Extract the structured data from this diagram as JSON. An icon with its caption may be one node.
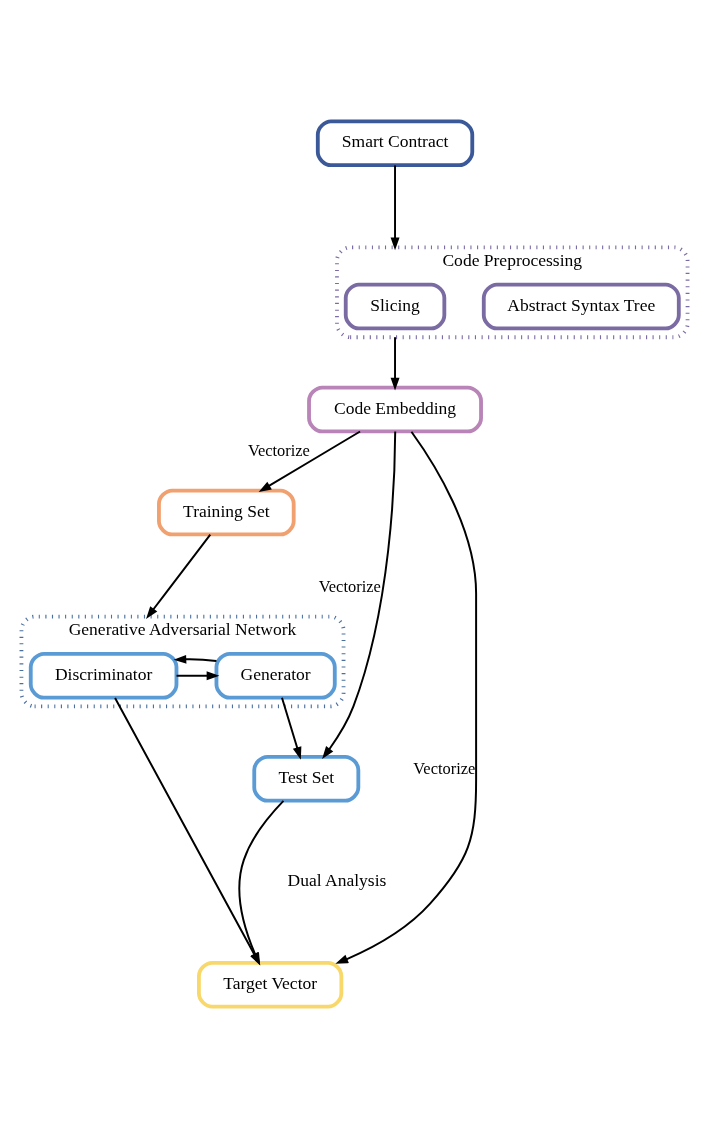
{
  "diagram": {
    "nodes": [
      {
        "text": [
          "Smart Contract"
        ]
      },
      {
        "text": [
          "Code Preprocessing"
        ]
      },
      {
        "text": [
          "Slicing"
        ],
        "in": 1
      },
      {
        "text": [
          "Abstract Syntax Tree"
        ],
        "in": 1
      },
      {
        "text": [
          "Code Embedding"
        ]
      },
      {
        "text": [
          "Training Set"
        ]
      },
      {
        "text": [
          "Generative Adversarial Network"
        ]
      },
      {
        "text": [
          "Discriminator"
        ],
        "in": 6
      },
      {
        "text": [
          "Generator"
        ],
        "in": 6
      },
      {
        "text": [
          "Test Set"
        ]
      },
      {
        "text": [
          "Target Vector"
        ]
      }
    ],
    "edges": [
      {
        "from": 0,
        "to": 1,
        "arrow": "to"
      },
      {
        "from": 1,
        "to": 4,
        "arrow": "to"
      },
      {
        "from": 4,
        "to": 5,
        "arrow": "to",
        "label": "Vectorize"
      },
      {
        "from": 5,
        "to": 6,
        "arrow": "to"
      },
      {
        "from": 7,
        "to": 8,
        "arrow": "to"
      },
      {
        "from": 8,
        "to": 7,
        "arrow": "to"
      },
      {
        "from": 8,
        "to": 9,
        "arrow": "to"
      },
      {
        "from": 7,
        "to": 10,
        "arrow": "to"
      },
      {
        "from": 9,
        "to": 10,
        "arrow": "to"
      },
      {
        "from": 4,
        "to": 10,
        "arrow": "to",
        "label": "Vectorize"
      },
      {
        "from": 4,
        "to": 9,
        "arrow": "to",
        "label": "Vectorize"
      }
    ],
    "labels": [
      "Dual Analysis"
    ]
  }
}
